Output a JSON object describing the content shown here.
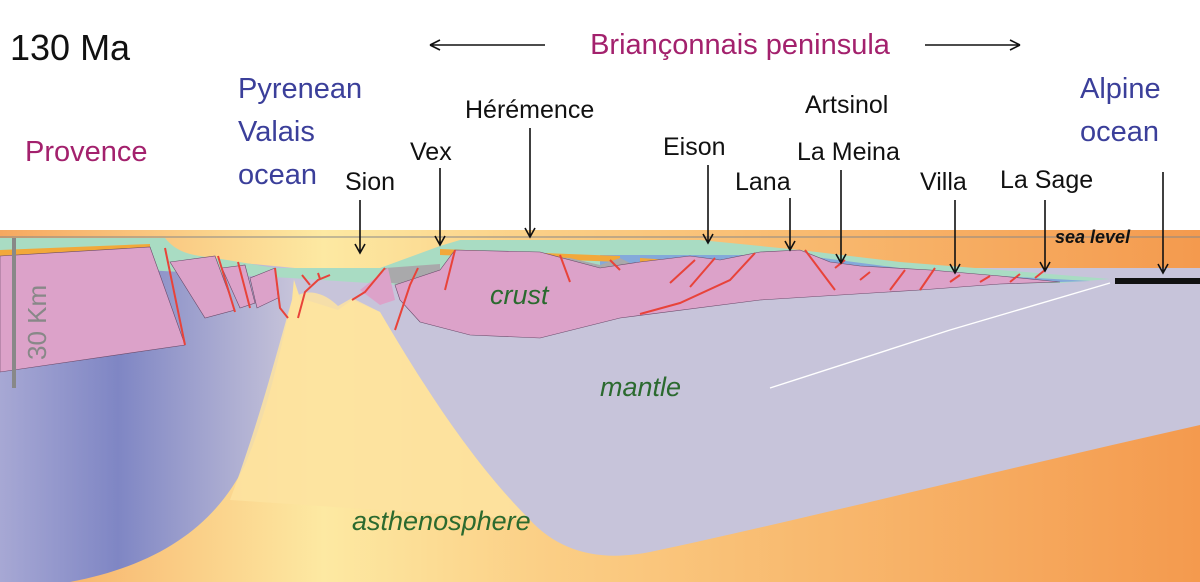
{
  "title": "130 Ma",
  "region_label": "Briançonnais peninsula",
  "provence": "Provence",
  "valais_ocean": [
    "Pyrenean",
    "Valais",
    "ocean"
  ],
  "alpine_ocean": [
    "Alpine",
    "ocean"
  ],
  "localities": {
    "sion": "Sion",
    "vex": "Vex",
    "heremence": "Hérémence",
    "eison": "Eison",
    "lana": "Lana",
    "artsinol": "Artsinol",
    "la_meina": "La Meina",
    "villa": "Villa",
    "la_sage": "La Sage"
  },
  "sea_level": "sea level",
  "scale": "30 Km",
  "layers": {
    "crust": "crust",
    "mantle": "mantle",
    "asthenosphere": "asthenosphere"
  },
  "colors": {
    "crust": "#dca2c9",
    "mantle": "#c7c4da",
    "sediment_green": "#a9dcc3",
    "sediment_blue": "#84a9da",
    "region_text": "#a3216d",
    "ocean_text": "#3b3f9a",
    "layer_text": "#2b6a2f"
  }
}
